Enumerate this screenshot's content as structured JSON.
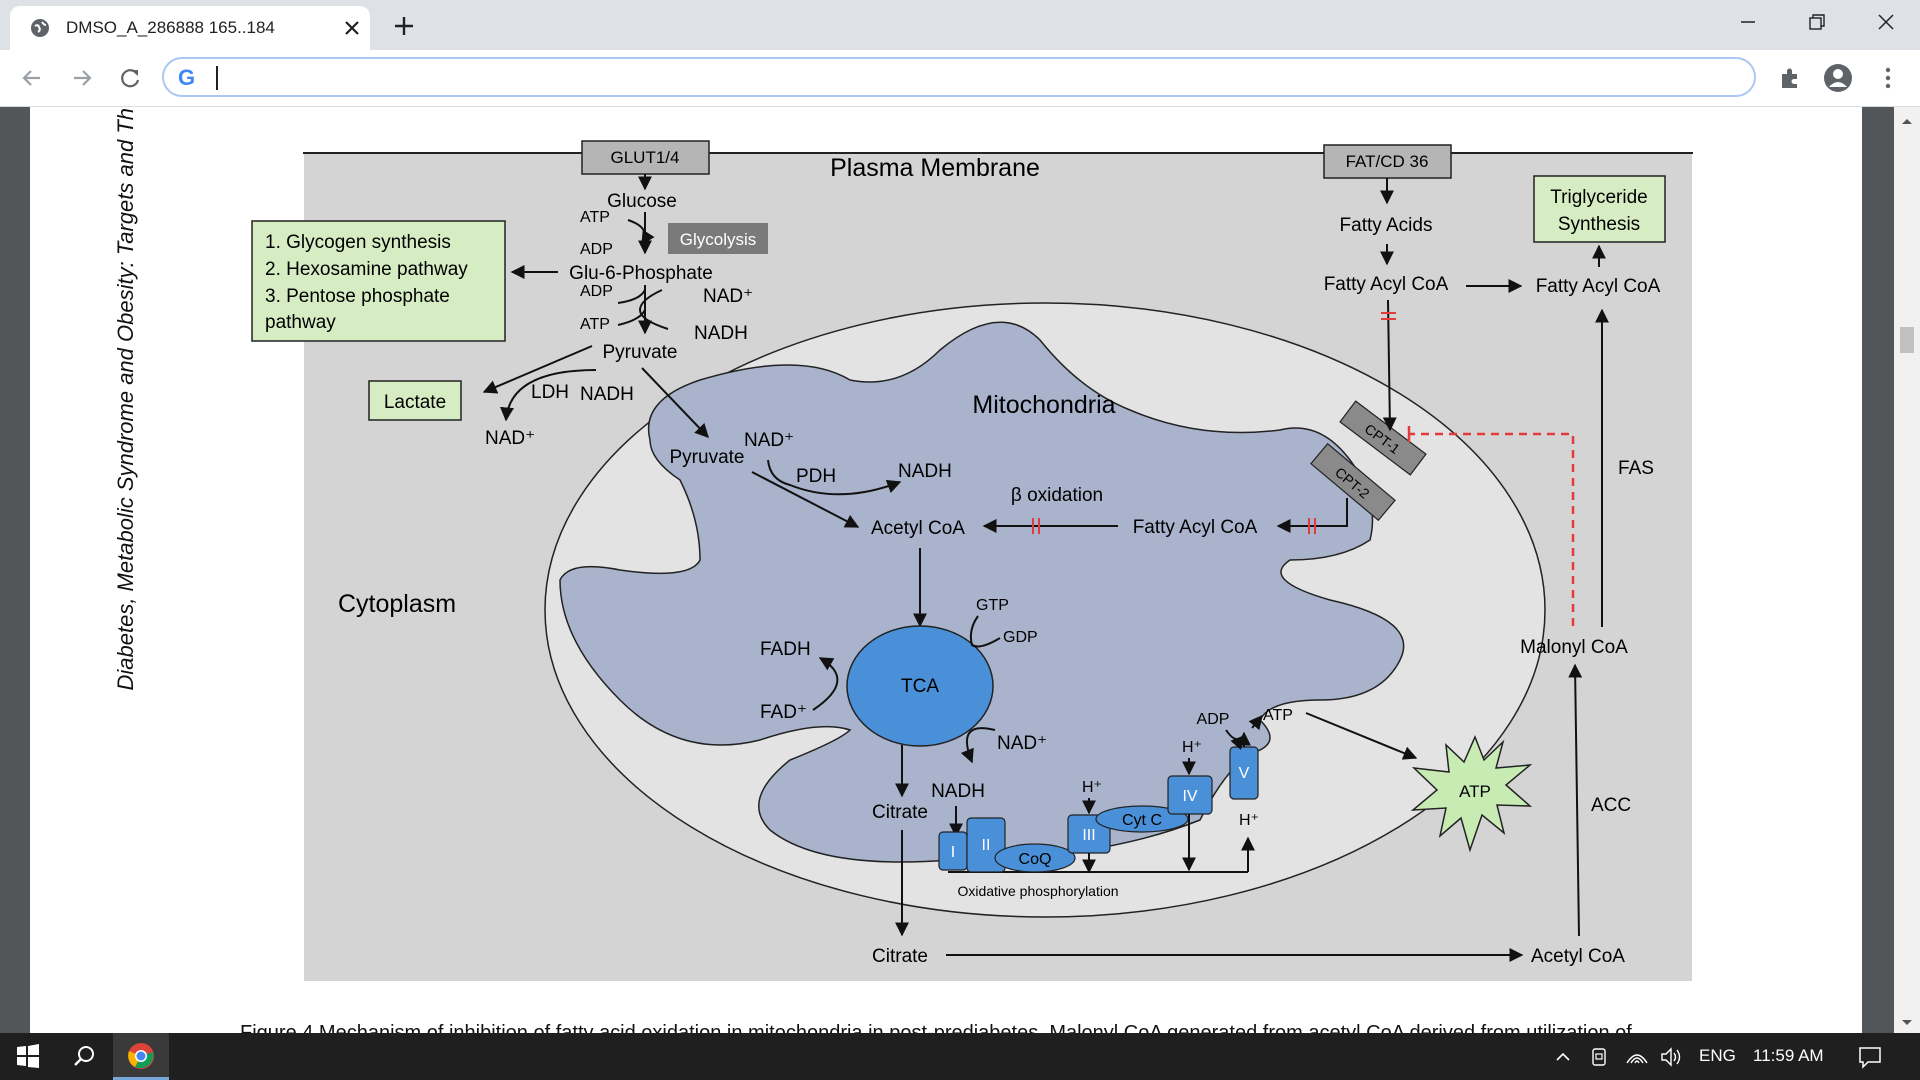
{
  "browser": {
    "tab_title": "DMSO_A_286888 165..184",
    "address_value": "",
    "search_engine_icon": "google-g-icon"
  },
  "document": {
    "side_title": "Diabetes, Metabolic Syndrome and Obesity: Targets and Th",
    "caption_fragment": "Figure 4 Mechanism of inhibition of fatty acid oxidation in mitochondria in post-prediabetes. Malonyl CoA generated from acetyl CoA derived from utilization of"
  },
  "diagram": {
    "plasma_membrane": "Plasma Membrane",
    "mitochondria": "Mitochondria",
    "cytoplasm": "Cytoplasm",
    "glut": "GLUT1/4",
    "fat_cd36": "FAT/CD 36",
    "glucose": "Glucose",
    "glycolysis": "Glycolysis",
    "glu6p": "Glu-6-Phosphate",
    "pathways": [
      "1. Glycogen synthesis",
      "2. Hexosamine pathway",
      "3. Pentose phosphate",
      "pathway"
    ],
    "atp": "ATP",
    "adp": "ADP",
    "nad_plus": "NAD⁺",
    "nadh": "NADH",
    "pyruvate": "Pyruvate",
    "lactate": "Lactate",
    "ldh": "LDH",
    "pdh": "PDH",
    "acetyl_coa": "Acetyl CoA",
    "beta_oxidation": "β oxidation",
    "fatty_acyl_coa": "Fatty Acyl CoA",
    "fatty_acids": "Fatty Acids",
    "triglyceride": [
      "Triglyceride",
      "Synthesis"
    ],
    "cpt1": "CPT-1",
    "cpt2": "CPT-2",
    "fas": "FAS",
    "malonyl_coa": "Malonyl CoA",
    "acc": "ACC",
    "gtp": "GTP",
    "gdp": "GDP",
    "tca": "TCA",
    "fadh": "FADH",
    "fad_plus": "FAD⁺",
    "citrate": "Citrate",
    "complexes": [
      "I",
      "II",
      "III",
      "IV",
      "V"
    ],
    "coq": "CoQ",
    "cytc": "Cyt C",
    "h_plus": "H⁺",
    "oxphos": "Oxidative phosphorylation"
  },
  "taskbar": {
    "language": "ENG",
    "time": "11:59 AM"
  },
  "colors": {
    "membrane_bg": "#d4d4d4",
    "mito_outer": "#e3e3e3",
    "mito_inner": "#a9b4cc",
    "complex_blue": "#4a90d9",
    "green_box": "#d6edc4",
    "inhibit_red": "#e23b3b"
  }
}
